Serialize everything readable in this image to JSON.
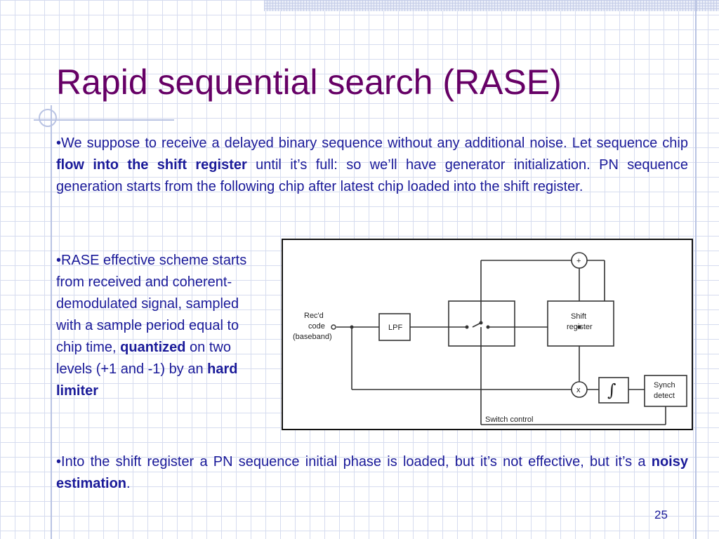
{
  "title": "Rapid sequential search (RASE)",
  "paragraph1": {
    "bullet": "•",
    "text_before": "We suppose to receive a delayed binary sequence without any additional noise. Let sequence chip ",
    "bold": "flow into the shift register",
    "text_after": " until it’s full: so we’ll have generator initialization. PN sequence generation starts from the following chip after latest chip loaded into the shift register."
  },
  "paragraph2": {
    "bullet": "•",
    "text_before": "RASE effective scheme starts from received and coherent-demodulated signal, sampled with a sample period equal to chip time, ",
    "bold1": "quantized",
    "text_middle": " on two levels (+1 and -1) by an ",
    "bold2": "hard limiter"
  },
  "paragraph3": {
    "bullet": "•",
    "text_before": "Into the shift register a PN sequence initial phase is loaded, but it’s not effective, but it’s a ",
    "bold": "noisy estimation",
    "text_after": "."
  },
  "diagram": {
    "input_label_line1": "Rec'd",
    "input_label_line2": "code",
    "input_label_line3": "(baseband)",
    "lpf_label": "LPF",
    "shift_register_line1": "Shift",
    "shift_register_line2": "register",
    "sum_symbol": "+",
    "multiply_symbol": "x",
    "integrator_symbol": "∫",
    "synch_detect_line1": "Synch",
    "synch_detect_line2": "detect",
    "switch_control_label": "Switch control"
  },
  "page_number": "25"
}
